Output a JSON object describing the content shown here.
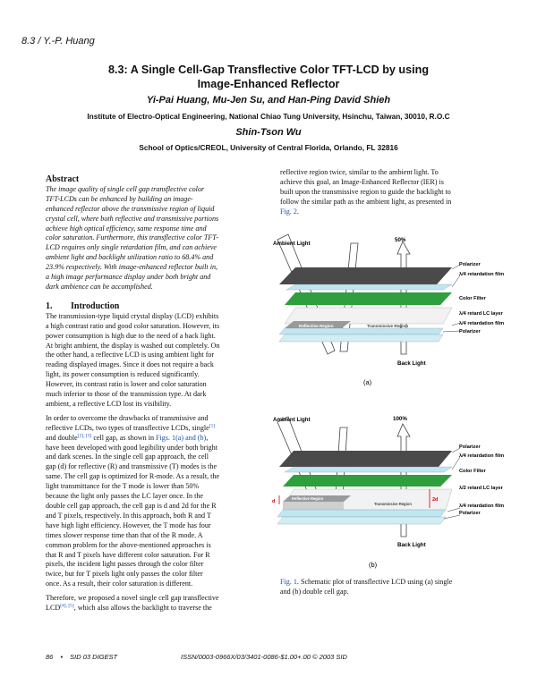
{
  "header": {
    "running_head": "8.3 / Y.-P. Huang"
  },
  "title": {
    "line1": "8.3: A Single Cell-Gap Transflective Color TFT-LCD by using",
    "line2": "Image-Enhanced Reflector"
  },
  "authors": {
    "group1": "Yi-Pai Huang, Mu-Jen Su, and Han-Ping David Shieh",
    "affiliation1": "Institute of Electro-Optical Engineering, National Chiao Tung University, Hsinchu, Taiwan, 30010, R.O.C",
    "group2": "Shin-Tson Wu",
    "affiliation2": "School of Optics/CREOL, University of Central Florida, Orlando, FL 32816"
  },
  "abstract": {
    "heading": "Abstract",
    "lines": [
      "The image quality of single cell gap transflective color",
      "TFT-LCDs can be enhanced by building an image-",
      "enhanced reflector above the transmissive region of liquid",
      "crystal cell, where both reflective and transmissive portions",
      "achieve high optical efficiency, same response time and",
      "color saturation. Furthermore, this transflective color TFT-",
      "LCD requires only single retardation film, and can achieve",
      "ambient light and backlight utilization ratio to 68.4% and",
      "23.9% respectively. With image-enhanced reflector built in,",
      "a high image performance display under both bright and",
      "dark ambience can be accomplished."
    ]
  },
  "intro": {
    "number": "1.",
    "heading": "Introduction",
    "p1": [
      "The transmission-type liquid crystal display (LCD) exhibits",
      "a high contrast ratio and good color saturation. However, its",
      "power consumption is high due to the need of a back light.",
      "At bright ambient, the display is washed out completely. On",
      "the other hand, a reflective LCD is using ambient light for",
      "reading displayed images. Since it does not require a back",
      "light, its power consumption is reduced significantly.",
      "However, its contrast ratio is lower and color saturation",
      "much inferior to those of the transmission type. At dark",
      "ambient, a reflective LCD lost its visibility."
    ],
    "p2_l1": "In order to overcome the drawbacks of transmissive and",
    "p2_l2a": "reflective LCDs, two types of transflective LCDs, single",
    "p2_l2ref": "[1]",
    "p2_l3a": "and double",
    "p2_l3ref": "[2], [3]",
    "p2_l3b": " cell gap, as shown in ",
    "p2_l3link": "Figs. 1(a) and (b)",
    "p2_l3c": ",",
    "p2": [
      "have been developed with good legibility under both bright",
      "and dark scenes. In the single cell gap approach, the cell",
      "gap (d) for reflective (R) and transmissive (T) modes is the",
      "same. The cell gap is optimized for R-mode. As a result, the",
      "light transmittance for the T mode is lower than 50%",
      "because the light only passes the LC layer once. In the",
      "double cell gap approach, the cell gap is d and 2d for the R",
      "and T pixels, respectively. In this approach, both R and T",
      "have high light efficiency. However, the T mode has four",
      "times slower response time than that of the R mode. A",
      "common problem for the above-mentioned approaches is",
      "that R and T pixels have different color saturation. For R",
      "pixels, the incident light passes through the color filter",
      "twice, but for T pixels light only passes the color filter",
      "once. As a result, their color saturation is different."
    ],
    "p3_l1": "Therefore, we proposed a novel single cell gap transflective",
    "p3_l2a": "LCD",
    "p3_l2ref": "[4], [5]",
    "p3_l2b": ", which also allows the backlight to traverse the"
  },
  "right_text": {
    "lines": [
      "reflective region twice, similar to the ambient light. To",
      "achieve this goal, an Image-Enhanced Reflector (IER) is",
      "built upon the transmissive region to guide the backlight to",
      "follow the similar path as the ambient light, as presented in"
    ],
    "fig_ref": "Fig. 2",
    "fig_ref_end": "."
  },
  "figure_a": {
    "ambient_light": "Ambient Light",
    "percent": "50%",
    "polarizer_top": "Polarizer",
    "film_top": "λ/4 retardation film",
    "color_filter": "Color Filter",
    "lc_layer": "λ/4 retard LC layer",
    "film_bottom": "λ/4 retardation film",
    "polarizer_bottom": "Polarizer",
    "reflective_region": "Reflective Region",
    "transmissive_region": "Transmissive Region",
    "back_light": "Back Light",
    "sub_label": "(a)"
  },
  "figure_b": {
    "ambient_light": "Ambient Light",
    "percent": "100%",
    "polarizer_top": "Polarizer",
    "film_top": "λ/4 retardation film",
    "color_filter": "Color Filter",
    "lc_layer": "λ/2 retard LC layer",
    "film_bottom": "λ/4 retardation film",
    "polarizer_bottom": "Polarizer",
    "reflective_region": "Reflective Region",
    "transmissive_region": "Transmissive Region",
    "gap_d": "d",
    "gap_2d": "2d",
    "back_light": "Back Light",
    "sub_label": "(b)"
  },
  "caption": {
    "label": "Fig. 1",
    "text_l1": ". Schematic plot of transflective LCD using (a) single",
    "text_l2": "and (b) double cell gap."
  },
  "footer": {
    "page": "86",
    "bullet": "•",
    "journal": "SID 03 DIGEST",
    "issn": "ISSN/0003-0966X/03/3401-0086-$1.00+.00 © 2003 SID"
  },
  "colors": {
    "polarizer": "#4a4a4a",
    "retardation_film": "#bfe7ee",
    "color_filter": "#2f9e3c",
    "reflector": "#9a9a9a",
    "link": "#1a4fb5",
    "gap_marker": "#cc0000"
  }
}
